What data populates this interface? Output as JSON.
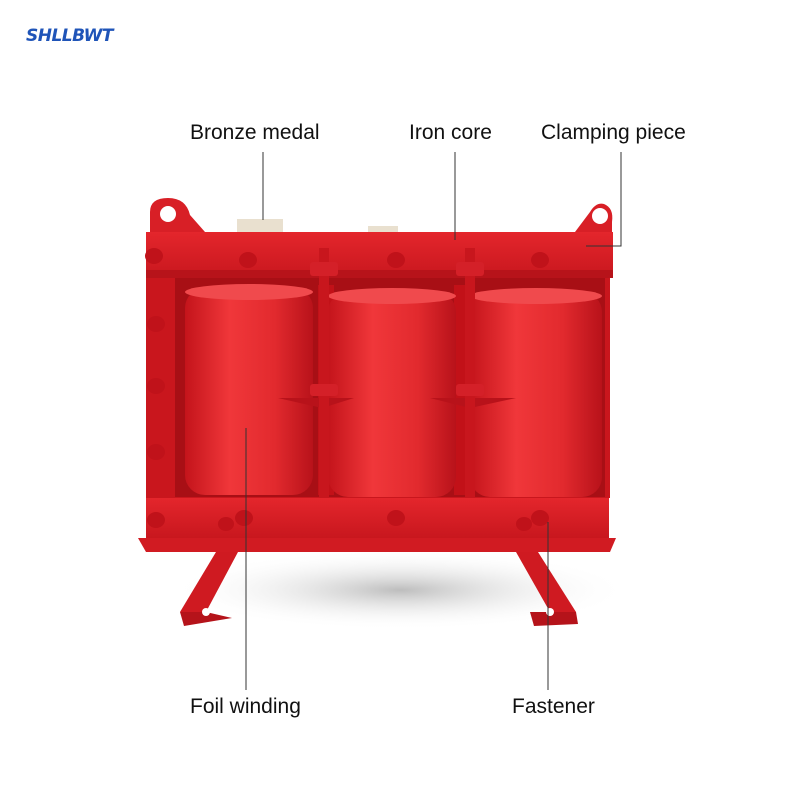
{
  "brand": {
    "logo_text": "SHLLBWT",
    "logo_color": "#1f54b8"
  },
  "callouts": {
    "bronze_medal": "Bronze medal",
    "iron_core": "Iron core",
    "clamping_piece": "Clamping piece",
    "foil_winding": "Foil winding",
    "fastener": "Fastener"
  },
  "colors": {
    "frame": "#d81f26",
    "coil": "#e82b2f",
    "shadow": "#b51419"
  }
}
